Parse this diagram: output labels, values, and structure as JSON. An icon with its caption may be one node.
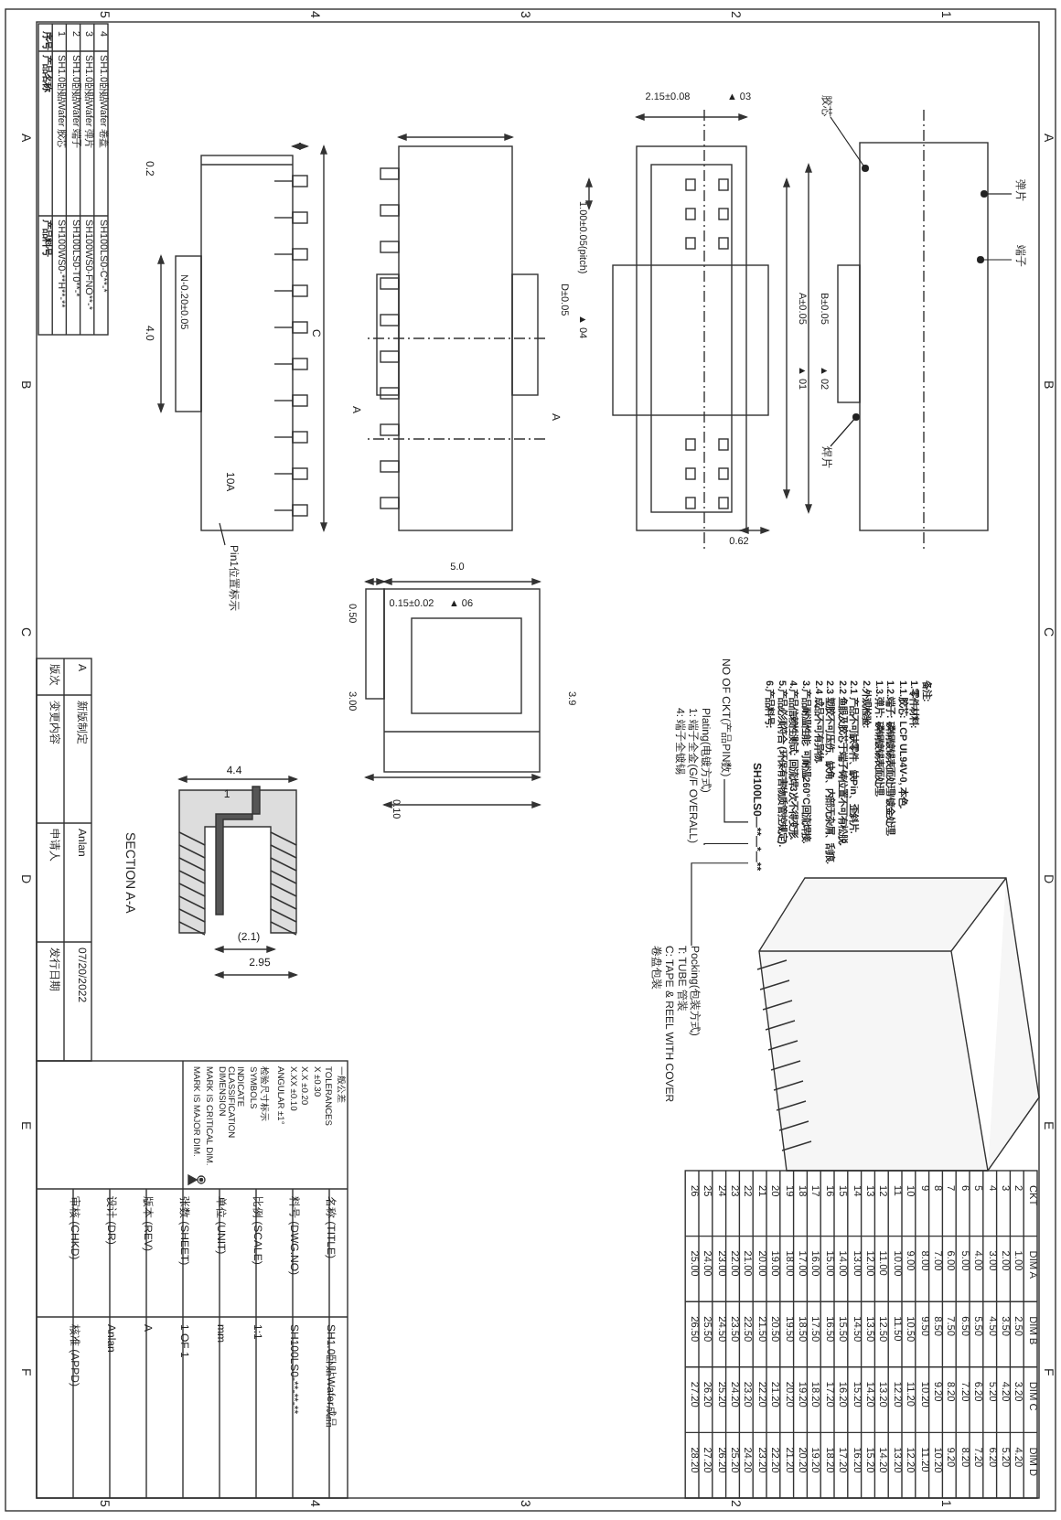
{
  "diagram": {
    "nodes": [
      {
        "text": [
          "胶芯"
        ]
      },
      {
        "text": [
          "弹片"
        ]
      },
      {
        "text": [
          "端子"
        ]
      },
      {
        "text": [
          "焊片"
        ]
      },
      {
        "text": [
          "Pin1位置标示"
        ]
      },
      {
        "text": [
          "SH100LS0—**—*—**"
        ]
      },
      {
        "text": [
          "NO OF CKT(产品PIN数)"
        ]
      },
      {
        "text": [
          "Plating(电镀方式)",
          "1: 端子全金(G/F OVERALL)",
          "4: 端子全镀锡"
        ]
      },
      {
        "text": [
          "Pocking(包装方式)",
          "T: TUBE 管装",
          "C: TAPE & REEL WITH COVER",
          "卷盘包装"
        ]
      }
    ],
    "edges": [
      {
        "from": 0,
        "to": null,
        "arrow": "other"
      },
      {
        "from": 1,
        "to": null,
        "arrow": "other"
      },
      {
        "from": 2,
        "to": null,
        "arrow": "other"
      },
      {
        "from": 3,
        "to": null,
        "arrow": "other"
      },
      {
        "from": 4,
        "to": null,
        "arrow": "none"
      },
      {
        "from": 6,
        "to": 5,
        "arrow": "none"
      },
      {
        "from": 7,
        "to": 5,
        "arrow": "none"
      },
      {
        "from": 8,
        "to": 5,
        "arrow": "none"
      }
    ],
    "labels": [
      "A",
      "B",
      "C",
      "D",
      "E",
      "F",
      "1",
      "2",
      "3",
      "4",
      "5",
      "1",
      "2",
      "3",
      "4",
      "5",
      "A",
      "B",
      "C",
      "D",
      "E",
      "F",
      "4",
      "SH1.0卧贴Wafer 卷盘",
      "SH100LS0-C**-*",
      "3",
      "SH1.0卧贴Wafer 弹片",
      "SH100WS0-FNO**-*",
      "2",
      "SH1.0卧贴Wafer 端子",
      "SH100LS0-T0**-*",
      "1",
      "SH1.0卧贴Wafer 胶芯",
      "SH100WS0-**H**-**",
      "序号",
      "产品名称",
      "产品料号",
      "CKT",
      "DIM A",
      "DIM B",
      "DIM C",
      "DIM D",
      "2",
      "1.00",
      "2.50",
      "3.20",
      "4.20",
      "3",
      "2.00",
      "3.50",
      "4.20",
      "5.20",
      "4",
      "3.00",
      "4.50",
      "5.20",
      "6.20",
      "5",
      "4.00",
      "5.50",
      "6.20",
      "7.20",
      "6",
      "5.00",
      "6.50",
      "7.20",
      "8.20",
      "7",
      "6.00",
      "7.50",
      "8.20",
      "9.20",
      "8",
      "7.00",
      "8.50",
      "9.20",
      "10.20",
      "9",
      "8.00",
      "9.50",
      "10.20",
      "11.20",
      "10",
      "9.00",
      "10.50",
      "11.20",
      "12.20",
      "11",
      "10.00",
      "11.50",
      "12.20",
      "13.20",
      "12",
      "11.00",
      "12.50",
      "13.20",
      "14.20",
      "13",
      "12.00",
      "13.50",
      "14.20",
      "15.20",
      "14",
      "13.00",
      "14.50",
      "15.20",
      "16.20",
      "15",
      "14.00",
      "15.50",
      "16.20",
      "17.20",
      "16",
      "15.00",
      "16.50",
      "17.20",
      "18.20",
      "17",
      "16.00",
      "17.50",
      "18.20",
      "19.20",
      "18",
      "17.00",
      "18.50",
      "19.20",
      "20.20",
      "19",
      "18.00",
      "19.50",
      "20.20",
      "21.20",
      "20",
      "19.00",
      "20.50",
      "21.20",
      "22.20",
      "21",
      "20.00",
      "21.50",
      "22.20",
      "23.20",
      "22",
      "21.00",
      "22.50",
      "23.20",
      "24.20",
      "23",
      "22.00",
      "23.50",
      "24.20",
      "25.20",
      "24",
      "23.00",
      "24.50",
      "25.20",
      "26.20",
      "25",
      "24.00",
      "25.50",
      "26.20",
      "27.20",
      "26",
      "25.00",
      "26.50",
      "27.20",
      "28.20",
      "备注:",
      "1.零件材料:",
      "1.1.胶芯: LCP UL94V-0, 本色.",
      "1.2.端子: 磷铜镀锡表面处理/镀金处理.",
      "1.3.弹片: 磷铜镀锡表面处理.",
      "2.外观检验:",
      "2.1 产品不可缺零件、缺Pin、歪斜片.",
      "2.2 鱼眼及胶芯于端子铸位置不可有松脱.",
      "2.3 塑胶不可压伤、缺角、内部无杂屑、刮痕.",
      "2.4 成品不可有异物.",
      "3.产品耐温性能: 可耐温260°C回流焊接.",
      "4.产品信赖性测试: 回流焊3次不得变形.",
      "5.产品必须符合 (环保有害物质管控规定).",
      "6.产品料号:",
      "0.2",
      "4.0",
      "N-0.20±0.05",
      "10A",
      "C",
      "A",
      "A",
      "D±0.05",
      "1.00±0.05(pitch)",
      "▲ 04",
      "2.15±0.08",
      "▲ 03",
      "A±0.05",
      "▲ 01",
      "B±0.05",
      "▲ 02",
      "0.62",
      "5.0",
      "0.15±0.02",
      "▲ 06",
      "0.50",
      "3.00",
      "3.9",
      "0.10",
      "4.4",
      "1",
      "(2.1)",
      "2.95",
      "SECTION A-A",
      "A",
      "新版制定",
      "Anlan",
      "07/20/2022",
      "版次",
      "变更内容",
      "申请人",
      "发行日期",
      "一般公差",
      "TOLERANCES",
      "X ±0.30",
      "X.X ±0.20",
      "X.XX ±0.10",
      "ANGULAR ±1°",
      "检验尺寸标示",
      "SYMBOLS",
      "INDICATE CLASSIFICATION DIMENSION",
      "MARK IS CRITICAL DIM.",
      "MARK IS MAJOR DIM.",
      "名称 (TITLE)",
      "SH1.0卧贴Wafer成品",
      "料号 (DWG.NO)",
      "SH100LS0-**-**-**",
      "比例 (SCALE)",
      "1:1",
      "单位 (UNIT)",
      "mm",
      "张数 (SHEET)",
      "1 OF 1",
      "版本 (REV)",
      "A",
      "设计 (DR)",
      "Anlan",
      "审核 (CHKD)",
      "核准 (APPD)"
    ]
  }
}
